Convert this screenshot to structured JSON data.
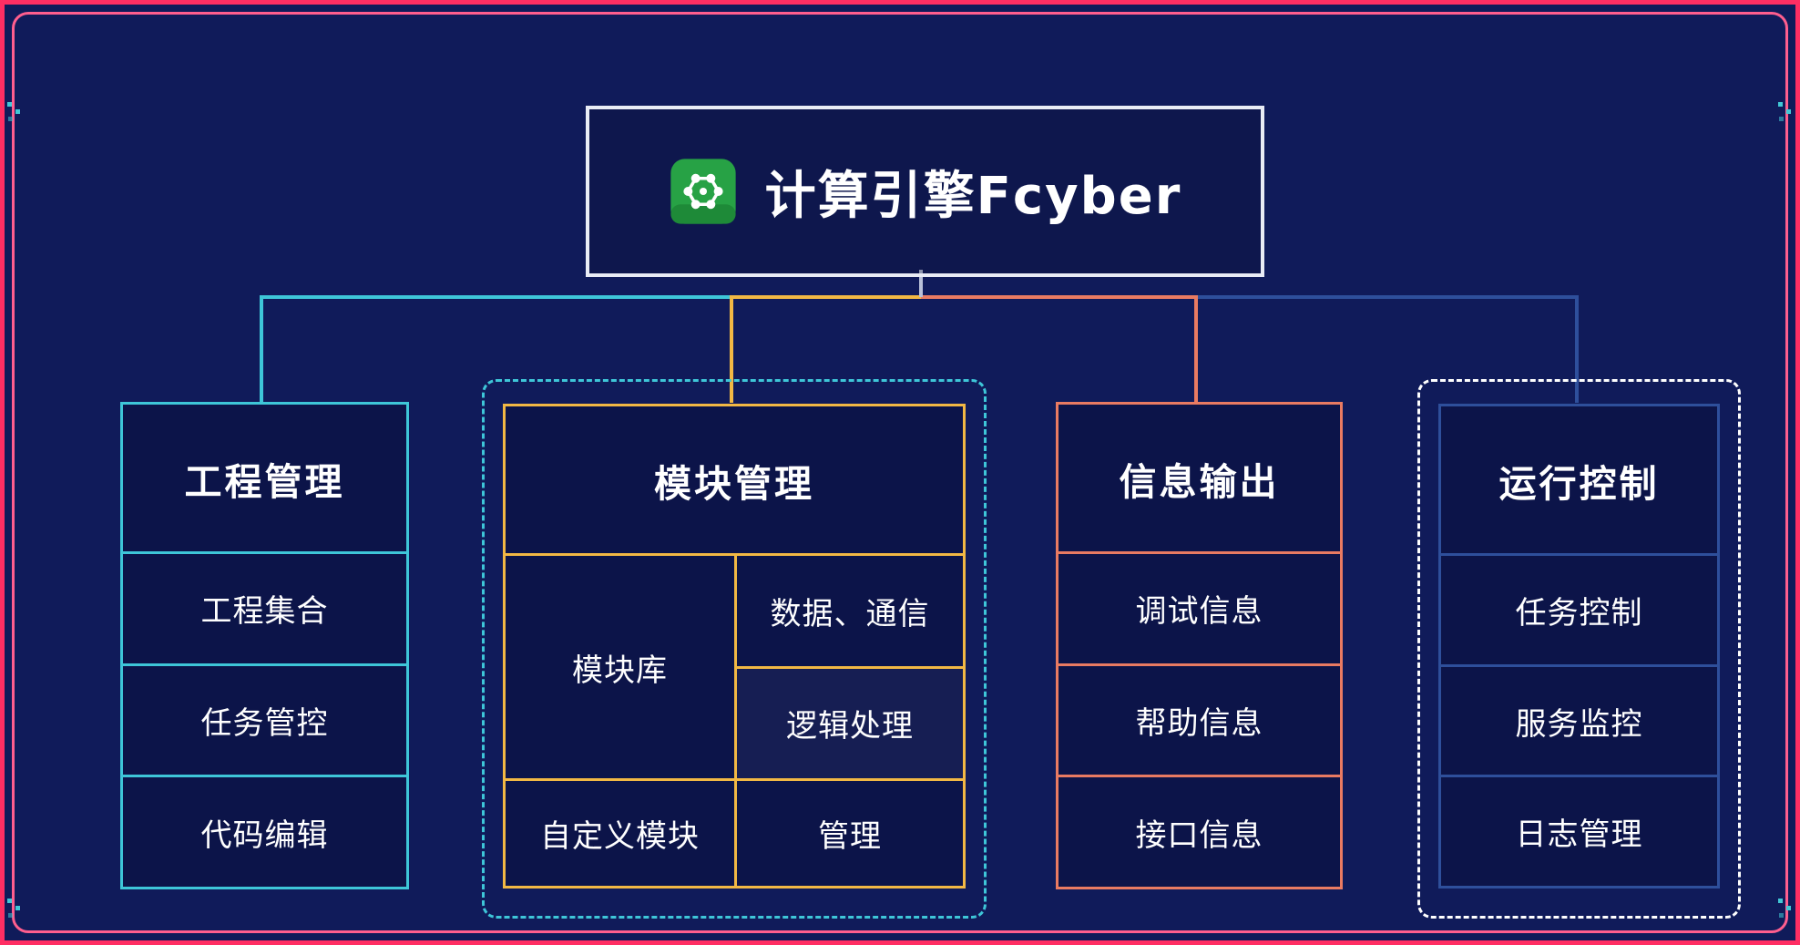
{
  "frame": {
    "outer_border_color": "#ff2e63",
    "inner_border_color": "#ff5e8e",
    "background_color": "#101b5a"
  },
  "title": {
    "label": "计算引擎Fcyber",
    "icon": "molecule-icon",
    "icon_color": "#27a245",
    "border_color": "#e9ecf5"
  },
  "connectors": {
    "stub_color": "#b9c0d8",
    "engineering_color": "#3ec6d8",
    "module_color": "#f2b844",
    "info_color": "#e97b62",
    "run_color": "#2e4f9b"
  },
  "branches": [
    {
      "header": "工程管理",
      "accent": "#3ec6d8",
      "items": [
        "工程集合",
        "任务管控",
        "代码编辑"
      ]
    },
    {
      "header": "模块管理",
      "accent": "#f2b844",
      "outline": "dashed-cyan",
      "outline_color": "#3ec6d8",
      "cells": {
        "library": "模块库",
        "data_comm": "数据、通信",
        "logic": "逻辑处理",
        "custom": "自定义模块",
        "manage": "管理"
      }
    },
    {
      "header": "信息输出",
      "accent": "#e97b62",
      "items": [
        "调试信息",
        "帮助信息",
        "接口信息"
      ]
    },
    {
      "header": "运行控制",
      "accent": "#2e4f9b",
      "outline": "dashed-white",
      "outline_color": "#ffffff",
      "items": [
        "任务控制",
        "服务监控",
        "日志管理"
      ]
    }
  ]
}
